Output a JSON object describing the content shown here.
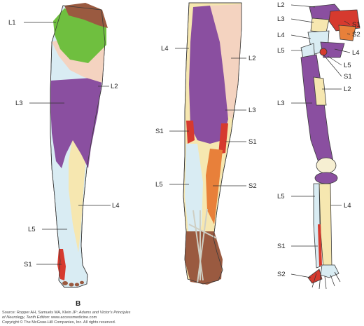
{
  "figure": {
    "panel_label": "B",
    "colors": {
      "L1": "#7a9a4a",
      "L1_light": "#6fbf3f",
      "L2": "#f4d3c0",
      "L3": "#8a4fa0",
      "L4": "#f6e7b0",
      "L5": "#d9ecf3",
      "S1": "#d63a2e",
      "S2": "#e8803a",
      "brown": "#9a5a40",
      "bone": "#f6efd2"
    },
    "views": {
      "front": {
        "labels": [
          "L1",
          "L2",
          "L3",
          "L4",
          "L5",
          "S1"
        ]
      },
      "back": {
        "labels": [
          "L4",
          "L2",
          "L3",
          "S1",
          "S1",
          "L5",
          "S2"
        ]
      },
      "skeleton": {
        "labels": [
          "L2",
          "L3",
          "S1",
          "L4",
          "S2",
          "L5",
          "L4",
          "L5",
          "S1",
          "L2",
          "L3",
          "L5",
          "L4",
          "S1",
          "S2"
        ]
      }
    }
  },
  "source": {
    "line1_prefix": "Source: Ropper AH, Samuels MA, Klein JP: ",
    "line1_title": "Adams and Victor's Principles",
    "line2_title": "of Neurology, Tenth Edition",
    "line2_suffix": ": www.accessmedicine.com",
    "copyright": "Copyright © The McGraw-Hill Companies, Inc. All rights reserved."
  }
}
